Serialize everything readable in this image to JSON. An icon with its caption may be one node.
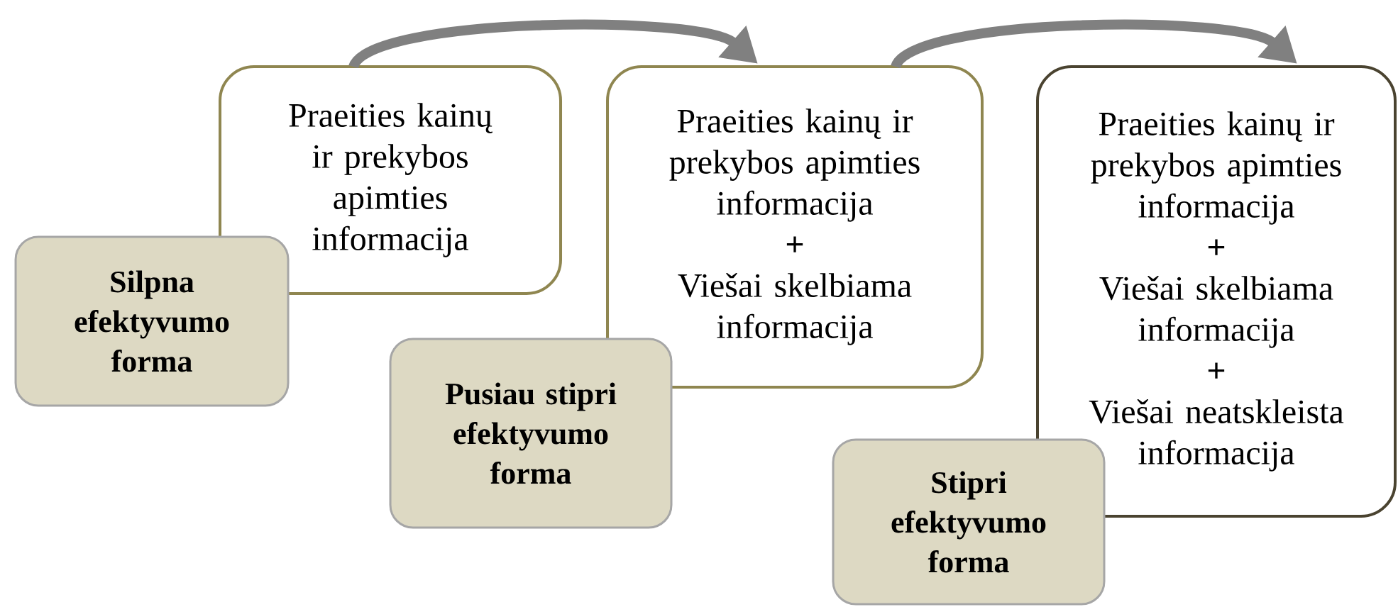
{
  "diagram": {
    "nodes": [
      {
        "text": [
          "Praeities kainų ir prekybos apimties informacija"
        ]
      },
      {
        "text": [
          "Silpna efektyvumo forma"
        ]
      },
      {
        "text": [
          "Praeities kainų ir prekybos apimties informacija",
          "+",
          "Viešai skelbiama informacija"
        ]
      },
      {
        "text": [
          "Pusiau stipri efektyvumo forma"
        ]
      },
      {
        "text": [
          "Praeities kainų ir prekybos apimties informacija",
          "+",
          "Viešai skelbiama informacija",
          "+",
          "Viešai neatskleista informacija"
        ]
      },
      {
        "text": [
          "Stipri efektyvumo forma"
        ]
      }
    ],
    "edges": [
      {
        "from": 0,
        "to": 2,
        "arrow": "to"
      },
      {
        "from": 2,
        "to": 4,
        "arrow": "to"
      }
    ]
  }
}
